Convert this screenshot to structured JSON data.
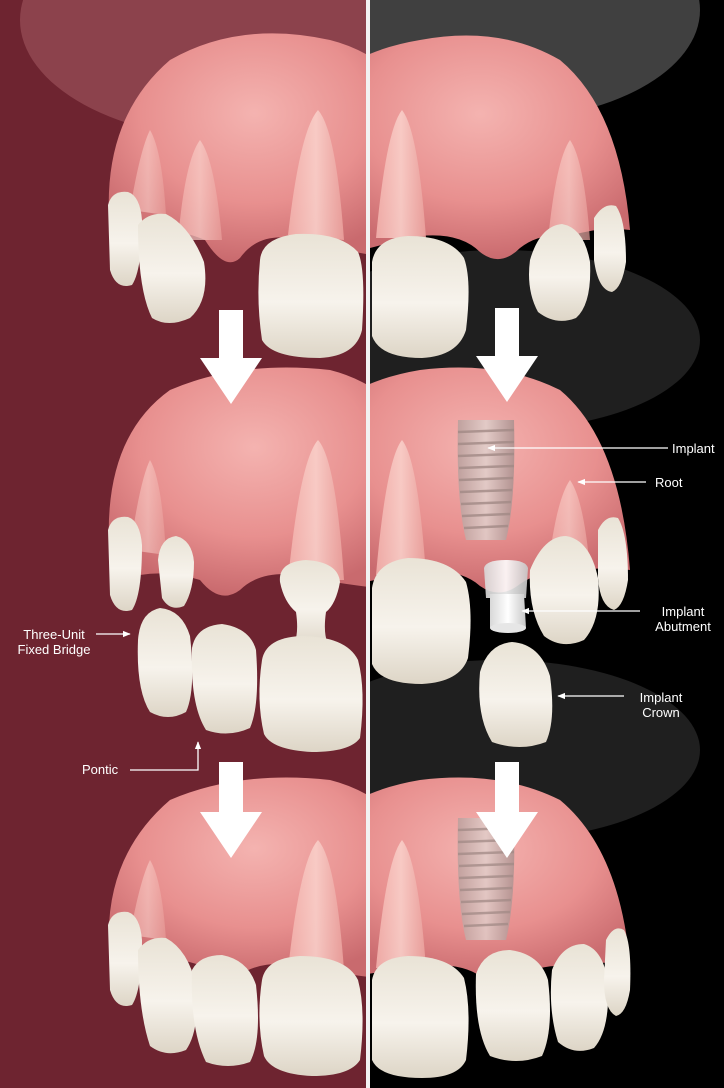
{
  "colors": {
    "left_background": "#6e2430",
    "right_background": "#000000",
    "gum": "#e7908f",
    "tooth": "#f2ede4",
    "arrow": "#ffffff",
    "implant_metal": "#c9b8b4"
  },
  "labels": {
    "bridge_line1": "Three-Unit",
    "bridge_line2": "Fixed Bridge",
    "pontic": "Pontic",
    "implant": "Implant",
    "root": "Root",
    "abutment_line1": "Implant",
    "abutment_line2": "Abutment",
    "crown_line1": "Implant",
    "crown_line2": "Crown"
  }
}
